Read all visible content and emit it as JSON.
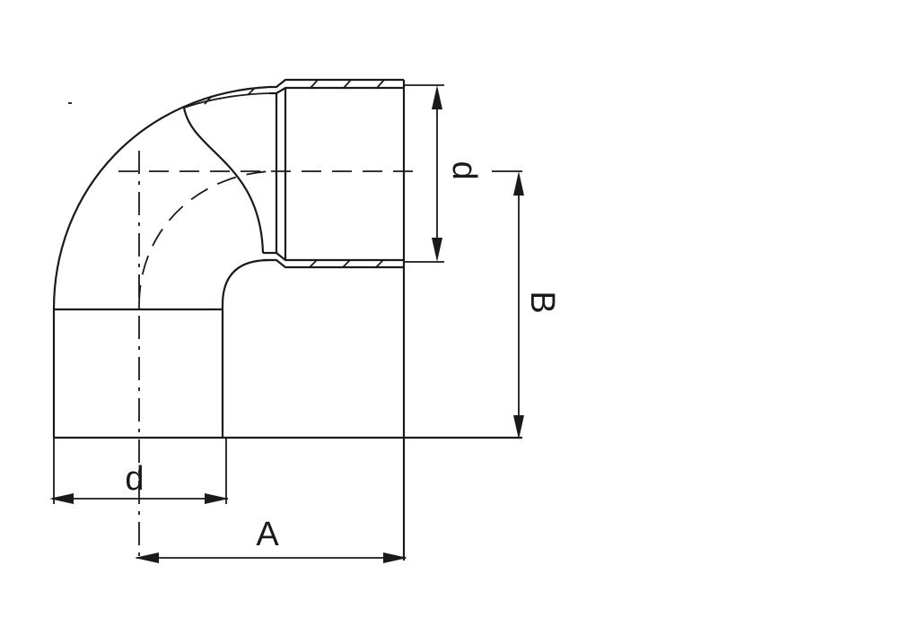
{
  "diagram": {
    "type": "90-degree pipe elbow with socket end",
    "labels": {
      "d_bottom": "d",
      "d_right": "d",
      "A": "A",
      "B": "B"
    }
  }
}
